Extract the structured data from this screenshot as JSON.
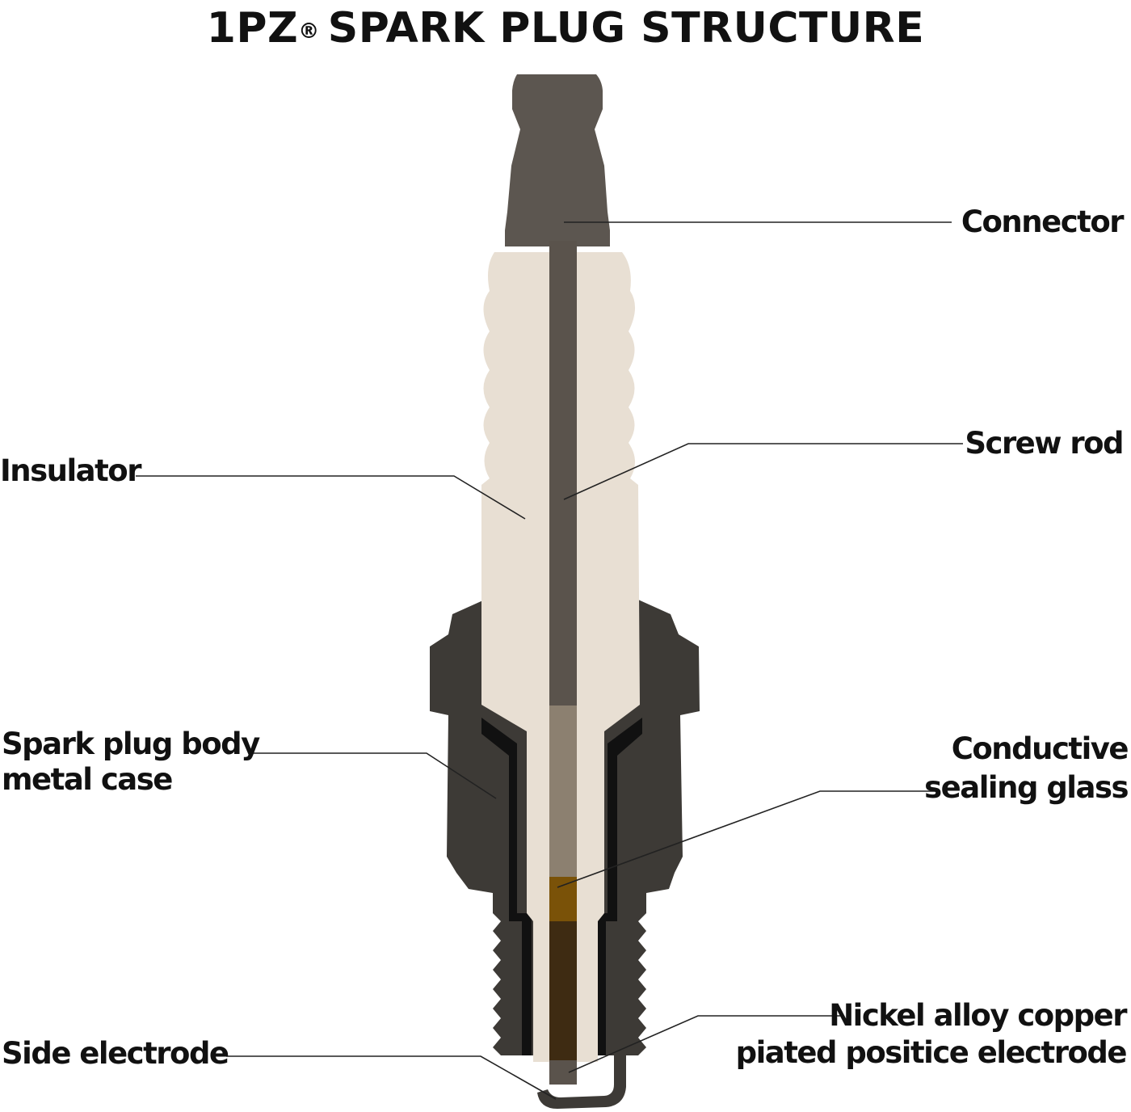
{
  "title": {
    "brand": "1PZ",
    "registered_mark": "®",
    "text": "SPARK PLUG STRUCTURE"
  },
  "labels": {
    "connector": "Connector",
    "screw_rod": "Screw rod",
    "insulator": "Insulator",
    "body_line1": "Spark plug body",
    "body_line2": "metal case",
    "glass_line1": "Conductive",
    "glass_line2": "sealing glass",
    "side_electrode": "Side electrode",
    "center_line1": "Nickel alloy copper",
    "center_line2": "piated positice electrode"
  },
  "colors": {
    "terminal": "#5c5650",
    "shell": "#3d3a36",
    "insulator": "#e8dfd3",
    "rod": "#5a534c",
    "glass_grey": "#8c8070",
    "sealing_glass": "#7a5208",
    "copper_core": "#3e2b12",
    "background": "#ffffff"
  }
}
